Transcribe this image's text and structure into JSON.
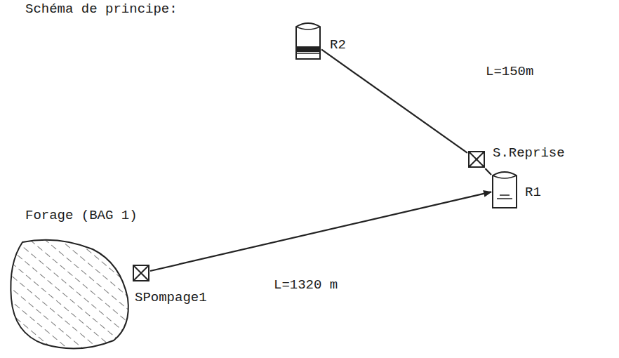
{
  "diagram": {
    "title": "Schéma de principe:",
    "nodes": [
      {
        "text": [
          "R2"
        ]
      },
      {
        "text": [
          "S.Reprise"
        ]
      },
      {
        "text": [
          "R1"
        ]
      },
      {
        "text": [
          "Forage (BAG 1)"
        ]
      },
      {
        "text": [
          "SPompage1"
        ]
      }
    ],
    "edges": [
      {
        "from": 0,
        "to": 1,
        "arrow": "none"
      },
      {
        "from": 1,
        "to": 2,
        "arrow": "none"
      },
      {
        "from": 4,
        "to": 2,
        "arrow": "to"
      },
      {
        "from": 3,
        "to": 4,
        "arrow": "none"
      }
    ],
    "labels": [
      "L=150m",
      "L=1320 m"
    ]
  }
}
